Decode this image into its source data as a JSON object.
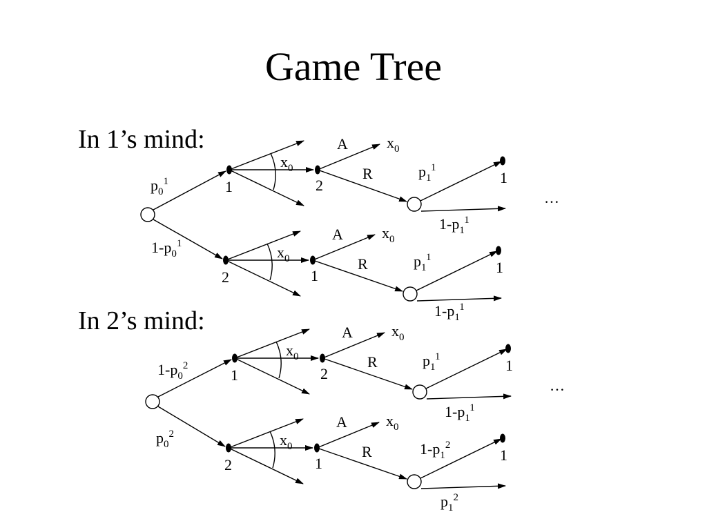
{
  "slide": {
    "title": "Game Tree",
    "sections": [
      {
        "label": "In 1’s mind:",
        "trees": [
          {
            "root_prob": [
              "p",
              "0",
              "1"
            ],
            "first_node_label": "1",
            "offer_label": [
              "x",
              "0"
            ],
            "responder_label": "2",
            "accept_label": "A",
            "accept_outcome": [
              "x",
              "0"
            ],
            "reject_label": "R",
            "chance_upper_prob": [
              "p",
              "1",
              "1"
            ],
            "chance_upper_player": "1",
            "chance_lower_prob": [
              "1-p",
              "1",
              "1"
            ],
            "continuation": "…"
          },
          {
            "root_prob": [
              "1-p",
              "0",
              "1"
            ],
            "first_node_label": "2",
            "offer_label": [
              "x",
              "0"
            ],
            "responder_label": "1",
            "accept_label": "A",
            "accept_outcome": [
              "x",
              "0"
            ],
            "reject_label": "R",
            "chance_upper_prob": [
              "p",
              "1",
              "1"
            ],
            "chance_upper_player": "1",
            "chance_lower_prob": [
              "1-p",
              "1",
              "1"
            ],
            "continuation": ""
          }
        ]
      },
      {
        "label": "In 2’s mind:",
        "trees": [
          {
            "root_prob": [
              "1-p",
              "0",
              "2"
            ],
            "first_node_label": "1",
            "offer_label": [
              "x",
              "0"
            ],
            "responder_label": "2",
            "accept_label": "A",
            "accept_outcome": [
              "x",
              "0"
            ],
            "reject_label": "R",
            "chance_upper_prob": [
              "p",
              "1",
              "1"
            ],
            "chance_upper_player": "1",
            "chance_lower_prob": [
              "1-p",
              "1",
              "1"
            ],
            "continuation": "…"
          },
          {
            "root_prob": [
              "p",
              "0",
              "2"
            ],
            "first_node_label": "2",
            "offer_label": [
              "x",
              "0"
            ],
            "responder_label": "1",
            "accept_label": "A",
            "accept_outcome": [
              "x",
              "0"
            ],
            "reject_label": "R",
            "chance_upper_prob": [
              "1-p",
              "1",
              "2"
            ],
            "chance_upper_player": "1",
            "chance_lower_prob": [
              "p",
              "1",
              "2"
            ],
            "continuation": ""
          }
        ]
      }
    ]
  }
}
